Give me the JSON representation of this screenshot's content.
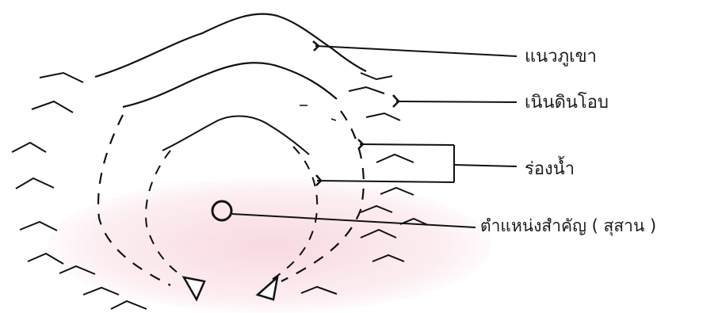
{
  "labels": {
    "ridge": "แนวภูเขา",
    "mound": "เนินดินโอบ",
    "channel": "ร่องน้ำ",
    "site": "ตำแหน่งสำคัญ ( สุสาน )"
  },
  "colors": {
    "ink": "#111111",
    "background_tint": "#f6cdd7"
  }
}
